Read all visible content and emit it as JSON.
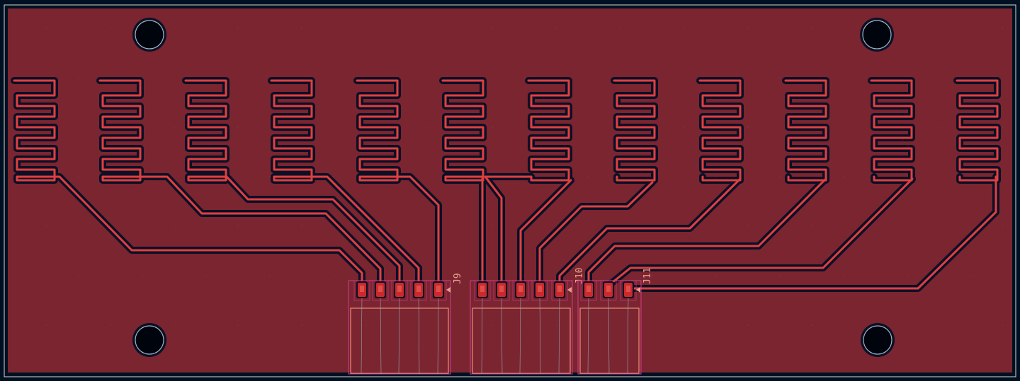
{
  "board": {
    "connectors": [
      {
        "ref": "J9",
        "pins": 5
      },
      {
        "ref": "J10",
        "pins": 5
      },
      {
        "ref": "J11",
        "pins": 3
      }
    ],
    "electrode_count": 12,
    "mounting_holes": 4
  },
  "colors": {
    "background": "#001023",
    "copper_fill": "#7a2530",
    "trace": "#e03f3f",
    "clearance": "#0b1026",
    "pad": "#cc2a2a",
    "silkscreen": "#f08a7a",
    "courtyard": "#d43a8c",
    "ratsnest": "#9aa8b8",
    "edge": "#d9d9c8",
    "label": "#e8a08e"
  }
}
